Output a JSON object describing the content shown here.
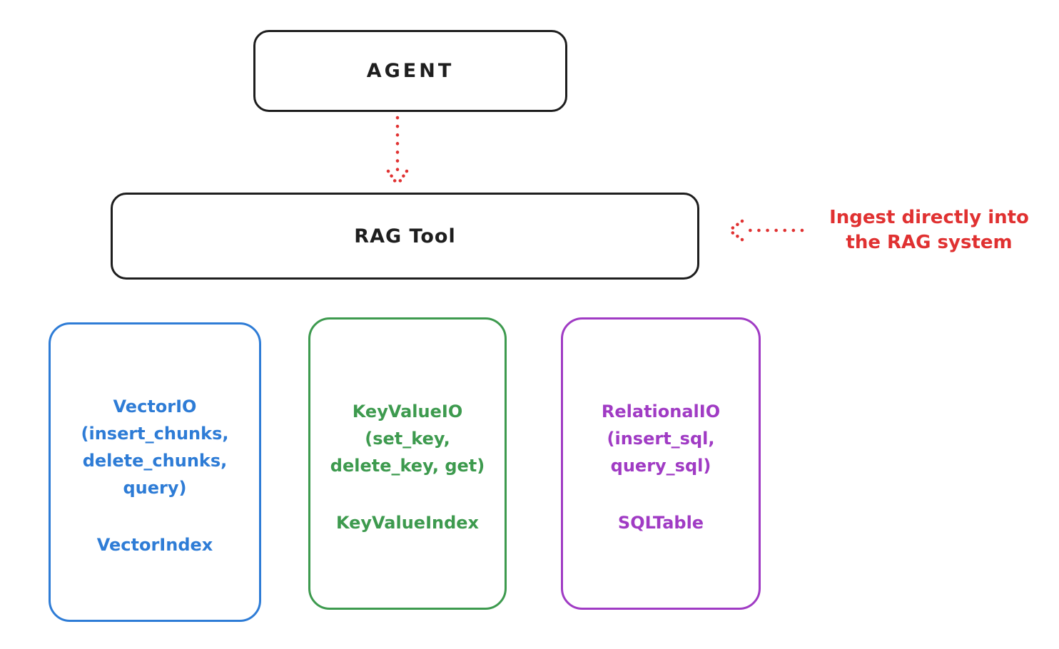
{
  "diagram": {
    "agent": {
      "label": "AGENT"
    },
    "rag": {
      "label": "RAG Tool"
    },
    "annotation": {
      "line1": "Ingest directly into",
      "line2": "the RAG system"
    },
    "boxes": {
      "vector": {
        "title": "VectorIO",
        "params": [
          "(insert_chunks,",
          "delete_chunks,",
          "query)"
        ],
        "index": "VectorIndex"
      },
      "keyvalue": {
        "title": "KeyValueIO",
        "params": [
          "(set_key,",
          "delete_key, get)"
        ],
        "index": "KeyValueIndex"
      },
      "relational": {
        "title": "RelationalIO",
        "params": [
          "(insert_sql,",
          "query_sql)"
        ],
        "index": "SQLTable"
      }
    },
    "colors": {
      "ink": "#1e1e1e",
      "red": "#e03131",
      "blue": "#2e7cd6",
      "green": "#3d9a4e",
      "purple": "#a03bc4"
    }
  }
}
